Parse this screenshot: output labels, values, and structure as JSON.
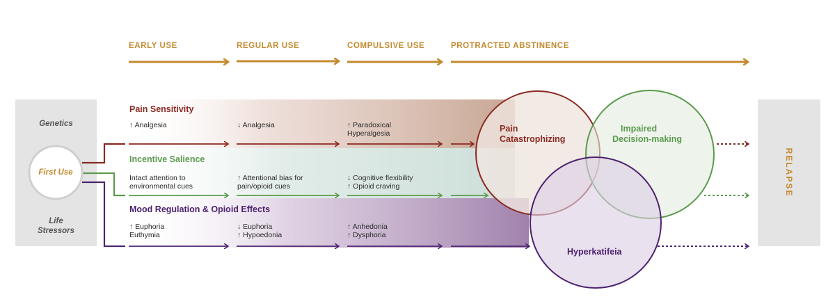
{
  "stages": [
    "EARLY USE",
    "REGULAR USE",
    "COMPULSIVE USE",
    "PROTRACTED ABSTINENCE"
  ],
  "left_panel": {
    "top": "Genetics",
    "middle": "First Use",
    "bottom_line1": "Life",
    "bottom_line2": "Stressors"
  },
  "relapse": "RELAPSE",
  "colors": {
    "gold": "#c48a2e",
    "pain": "#8a2a22",
    "incentive": "#5c9a4e",
    "mood": "#4e2270",
    "panel": "#e4e4e4"
  },
  "tracks": {
    "pain": {
      "title": "Pain Sensitivity",
      "notes": [
        {
          "line1": "↑ Analgesia",
          "line2": ""
        },
        {
          "line1": "↓ Analgesia",
          "line2": ""
        },
        {
          "line1": "↑ Paradoxical",
          "line2": "Hyperalgesia"
        }
      ]
    },
    "incentive": {
      "title": "Incentive Salience",
      "notes": [
        {
          "line1": "Intact attention to",
          "line2": "environmental cues"
        },
        {
          "line1": "↑ Attentional bias for",
          "line2": "pain/opioid cues"
        },
        {
          "line1": "↓ Cognitive flexibility",
          "line2": "↑ Opioid craving"
        }
      ]
    },
    "mood": {
      "title": "Mood Regulation  & Opioid Effects",
      "notes": [
        {
          "line1": "↑ Euphoria",
          "line2": "Euthymia"
        },
        {
          "line1": "↓ Euphoria",
          "line2": "↑ Hypoedonia"
        },
        {
          "line1": "↑ Anhedonia",
          "line2": "↑ Dysphoria"
        }
      ]
    }
  },
  "circles": {
    "pain": {
      "line1": "Pain",
      "line2": "Catastrophizing"
    },
    "decision": {
      "line1": "Impaired",
      "line2": "Decision-making"
    },
    "hyper": {
      "line1": "Hyperkatifeia",
      "line2": ""
    }
  }
}
